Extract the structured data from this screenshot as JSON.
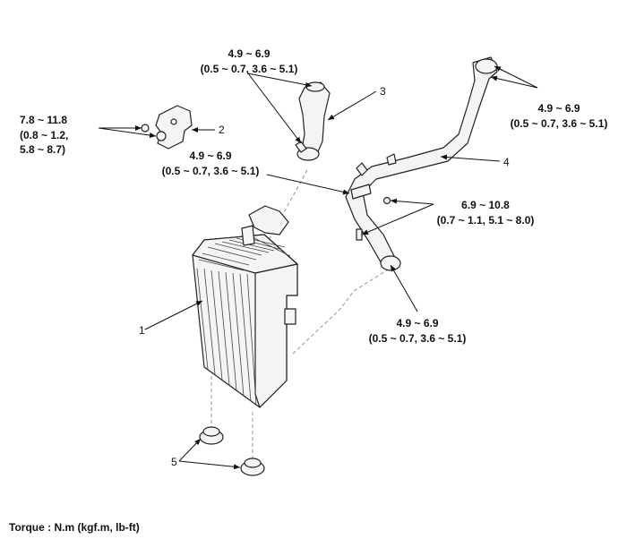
{
  "torques": {
    "hose3_top_a": "4.9 ~ 6.9",
    "hose3_top_b": "(0.5 ~ 0.7, 3.6 ~ 5.1)",
    "bracket_a": "7.8 ~ 11.8",
    "bracket_b": "(0.8 ~ 1.2,",
    "bracket_c": "5.8 ~ 8.7)",
    "pipe_end_a": "4.9 ~ 6.9",
    "pipe_end_b": "(0.5 ~ 0.7, 3.6 ~ 5.1)",
    "pipe_mid_a": "4.9 ~ 6.9",
    "pipe_mid_b": "(0.5 ~ 0.7, 3.6 ~ 5.1)",
    "bolt_a": "6.9 ~ 10.8",
    "bolt_b": "(0.7 ~ 1.1, 5.1 ~ 8.0)",
    "pipe_low_a": "4.9 ~ 6.9",
    "pipe_low_b": "(0.5 ~ 0.7, 3.6 ~ 5.1)"
  },
  "callouts": {
    "c1": "1",
    "c2": "2",
    "c3": "3",
    "c4": "4",
    "c5": "5"
  },
  "footer": {
    "torque_unit": "Torque : N.m (kgf.m, lb-ft)"
  }
}
